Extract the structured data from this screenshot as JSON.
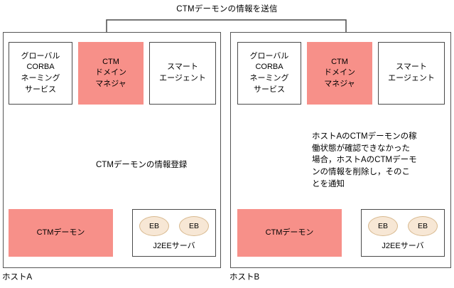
{
  "diagram": {
    "top_flow_label": "CTMデーモンの情報を送信",
    "hosts": [
      {
        "id": "host-a",
        "label": "ホストA",
        "nodes": {
          "corba": "グローバル\nCORBA\nネーミング\nサービス",
          "ctm_domain_manager": "CTM\nドメイン\nマネジャ",
          "smart_agent": "スマート\nエージェント",
          "ctm_daemon": "CTMデーモン",
          "j2ee_caption": "J2EEサーバ",
          "eb_left": "EB",
          "eb_right": "EB"
        },
        "flow_label": "CTMデーモンの情報登録"
      },
      {
        "id": "host-b",
        "label": "ホストB",
        "nodes": {
          "corba": "グローバル\nCORBA\nネーミング\nサービス",
          "ctm_domain_manager": "CTM\nドメイン\nマネジャ",
          "smart_agent": "スマート\nエージェント",
          "ctm_daemon": "CTMデーモン",
          "j2ee_caption": "J2EEサーバ",
          "eb_left": "EB",
          "eb_right": "EB"
        },
        "flow_label": "ホストAのCTMデーモンの稼\n働状態が確認できなかった\n場合，ホストAのCTMデーモ\nンの情報を削除し，そのこ\nとを通知"
      }
    ],
    "colors": {
      "highlight_pink": "#f79089",
      "eb_fill": "#f7e7d5",
      "eb_border": "#d8b98f",
      "box_border": "#4a4a4a",
      "panel_border": "#555555",
      "wire": "#4a4a4a",
      "background": "#ffffff"
    }
  }
}
